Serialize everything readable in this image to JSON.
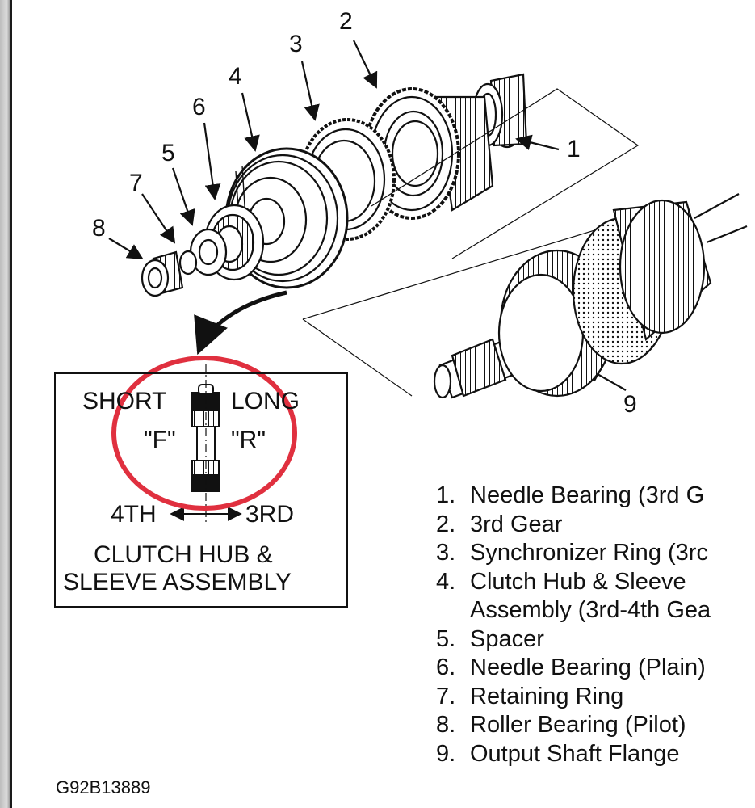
{
  "callouts": [
    "1",
    "2",
    "3",
    "4",
    "5",
    "6",
    "7",
    "8",
    "9"
  ],
  "inset": {
    "short_label": "SHORT",
    "long_label": "LONG",
    "f_label": "\"F\"",
    "r_label": "\"R\"",
    "fourth_label": "4TH",
    "third_label": "3RD",
    "title_line1": "CLUTCH HUB &",
    "title_line2": "SLEEVE ASSEMBLY"
  },
  "legend": [
    {
      "num": "1.",
      "text": "Needle Bearing (3rd G"
    },
    {
      "num": "2.",
      "text": "3rd Gear"
    },
    {
      "num": "3.",
      "text": "Synchronizer Ring (3rc"
    },
    {
      "num": "4.",
      "text": "Clutch Hub & Sleeve",
      "cont": "Assembly (3rd-4th Gea"
    },
    {
      "num": "5.",
      "text": "Spacer"
    },
    {
      "num": "6.",
      "text": "Needle Bearing (Plain)"
    },
    {
      "num": "7.",
      "text": "Retaining Ring"
    },
    {
      "num": "8.",
      "text": "Roller Bearing (Pilot)"
    },
    {
      "num": "9.",
      "text": "Output Shaft Flange"
    }
  ],
  "figure_code": "G92B13889",
  "colors": {
    "highlight_circle": "#e0303f",
    "line": "#111111"
  }
}
